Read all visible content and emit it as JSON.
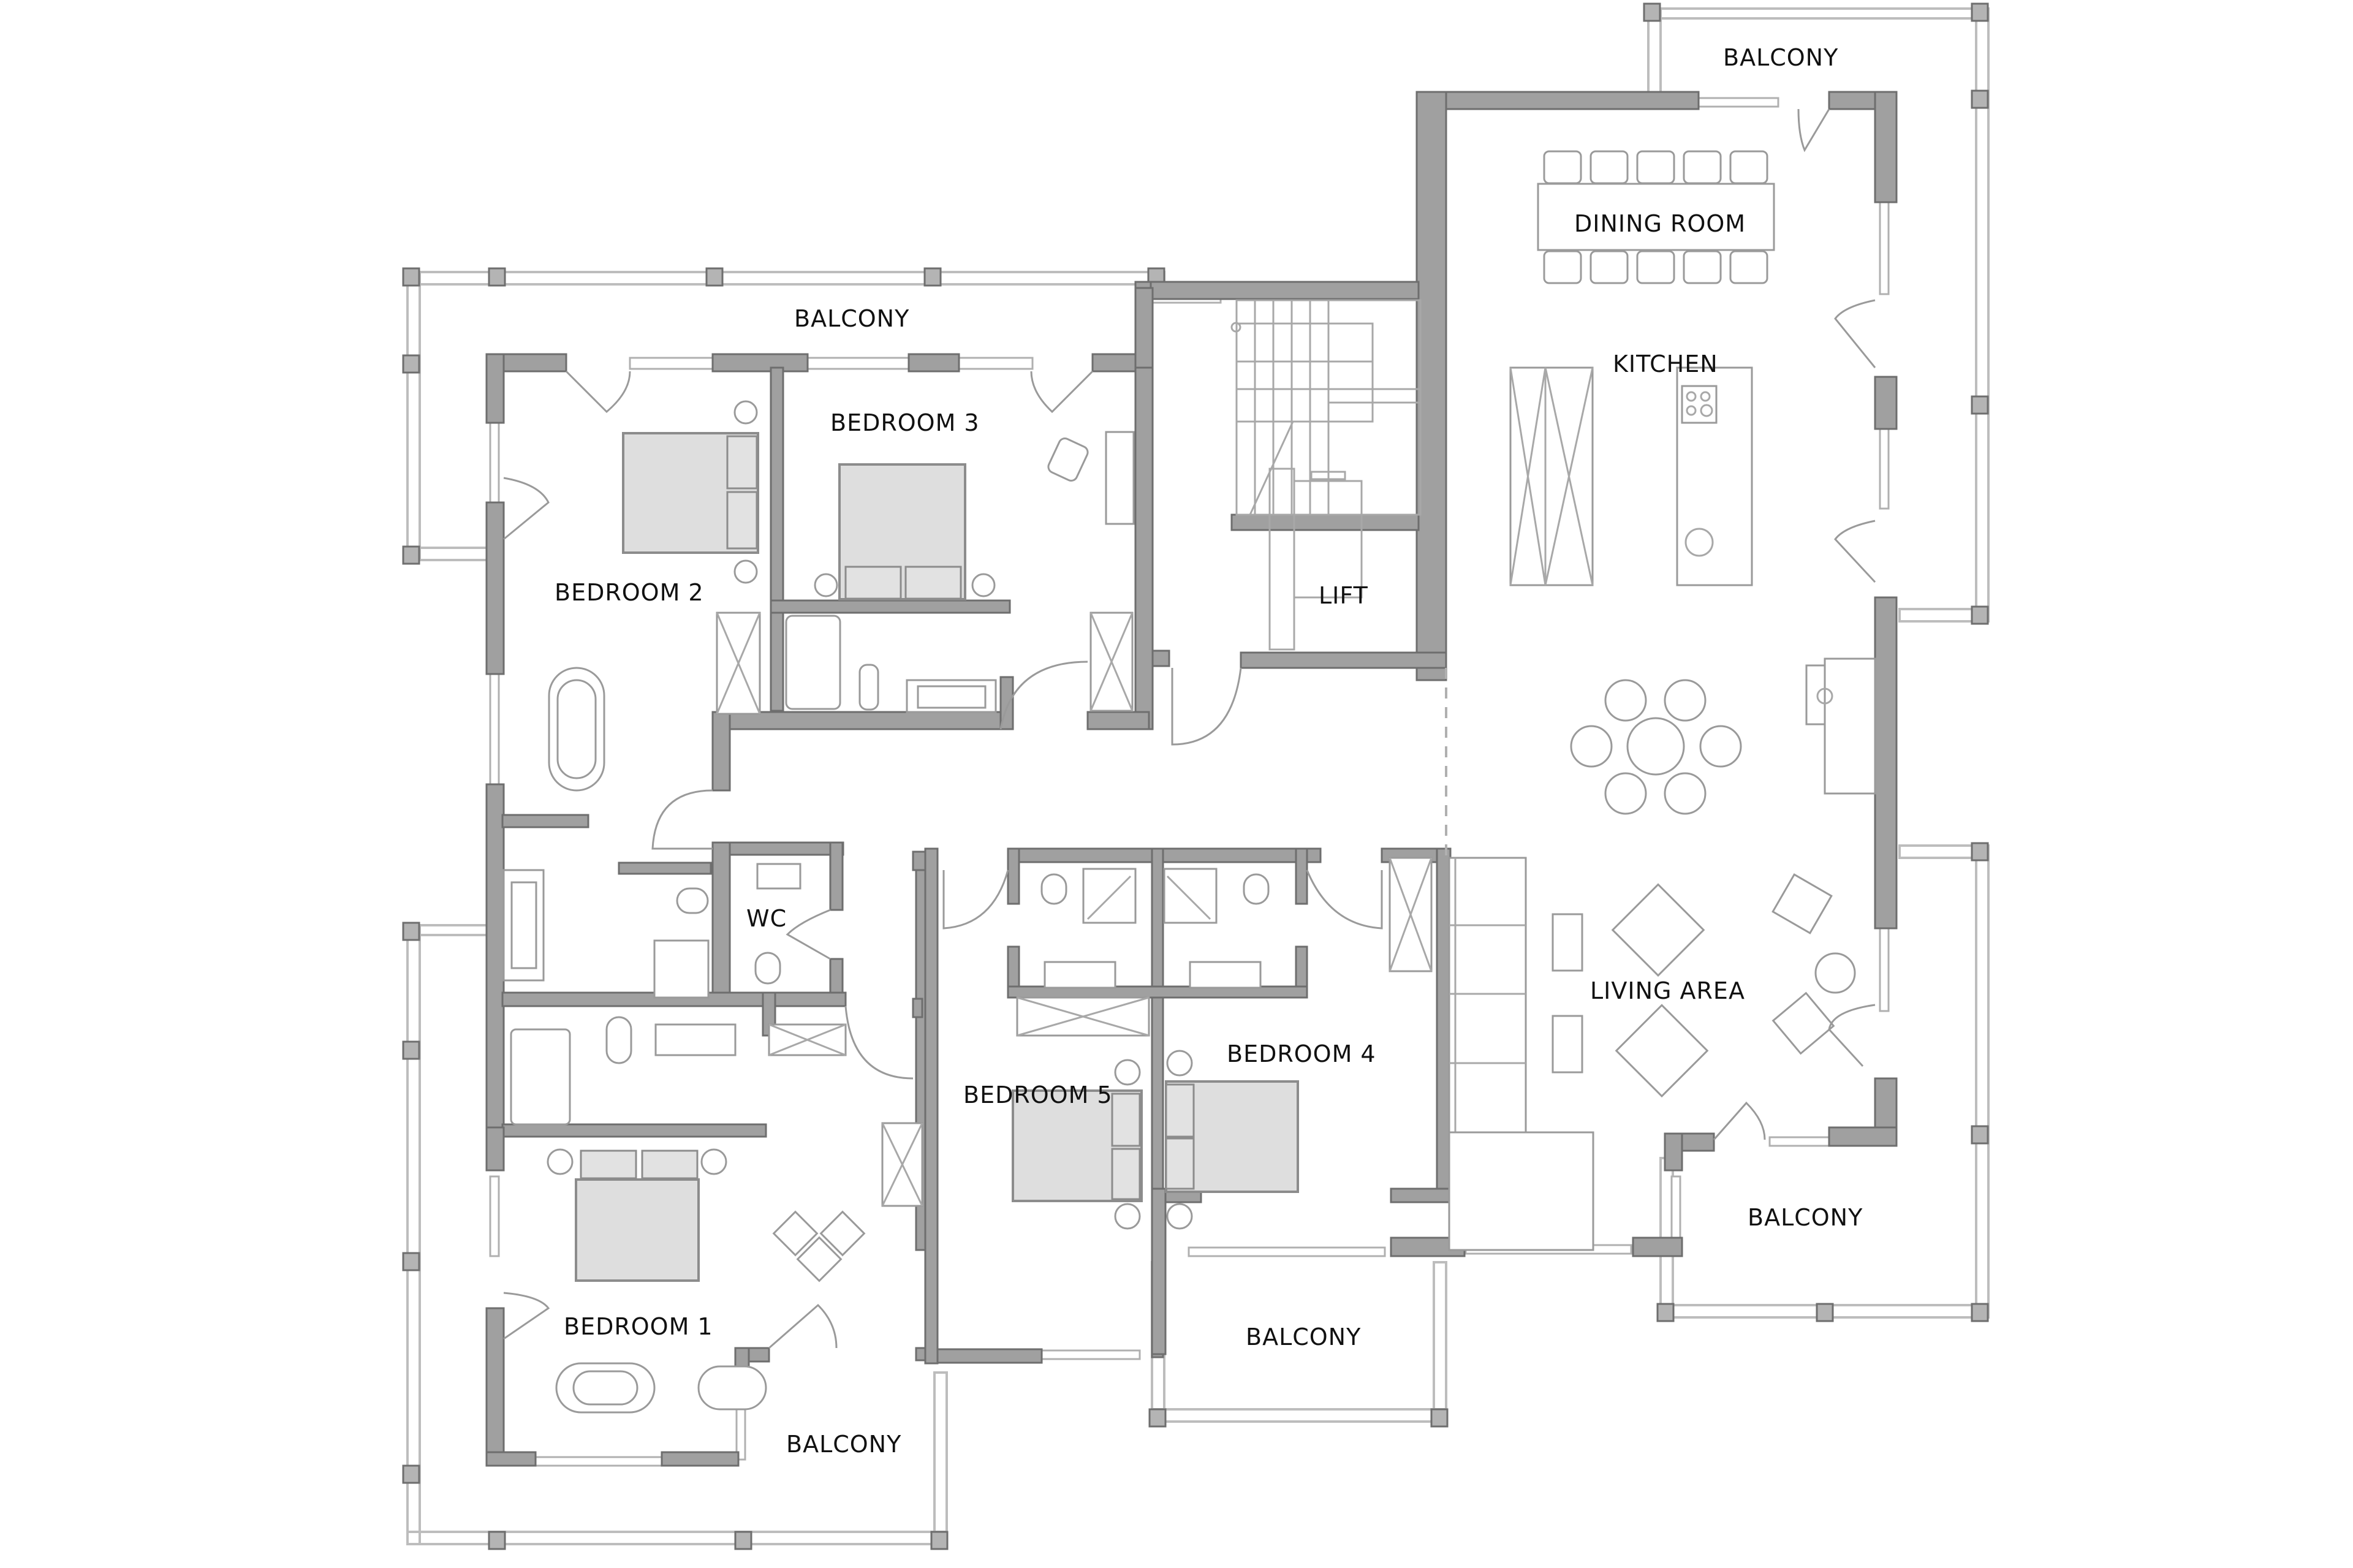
{
  "plan": {
    "type": "floor-plan",
    "colors": {
      "wall_fill": "#a0a0a0",
      "wall_edge": "#6e6e6e",
      "bed_fill": "#dedede",
      "background": "#ffffff",
      "label_text": "#111111"
    },
    "rooms": {
      "balcony_top_right": "BALCONY",
      "dining_room": "DINING ROOM",
      "kitchen": "KITCHEN",
      "balcony_top_left": "BALCONY",
      "bedroom_3": "BEDROOM 3",
      "bedroom_2": "BEDROOM 2",
      "lift": "LIFT",
      "wc": "WC",
      "living_area": "LIVING AREA",
      "bedroom_4": "BEDROOM 4",
      "bedroom_5": "BEDROOM 5",
      "balcony_right": "BALCONY",
      "balcony_bottom_center": "BALCONY",
      "bedroom_1": "BEDROOM 1",
      "balcony_bottom_left": "BALCONY"
    }
  }
}
